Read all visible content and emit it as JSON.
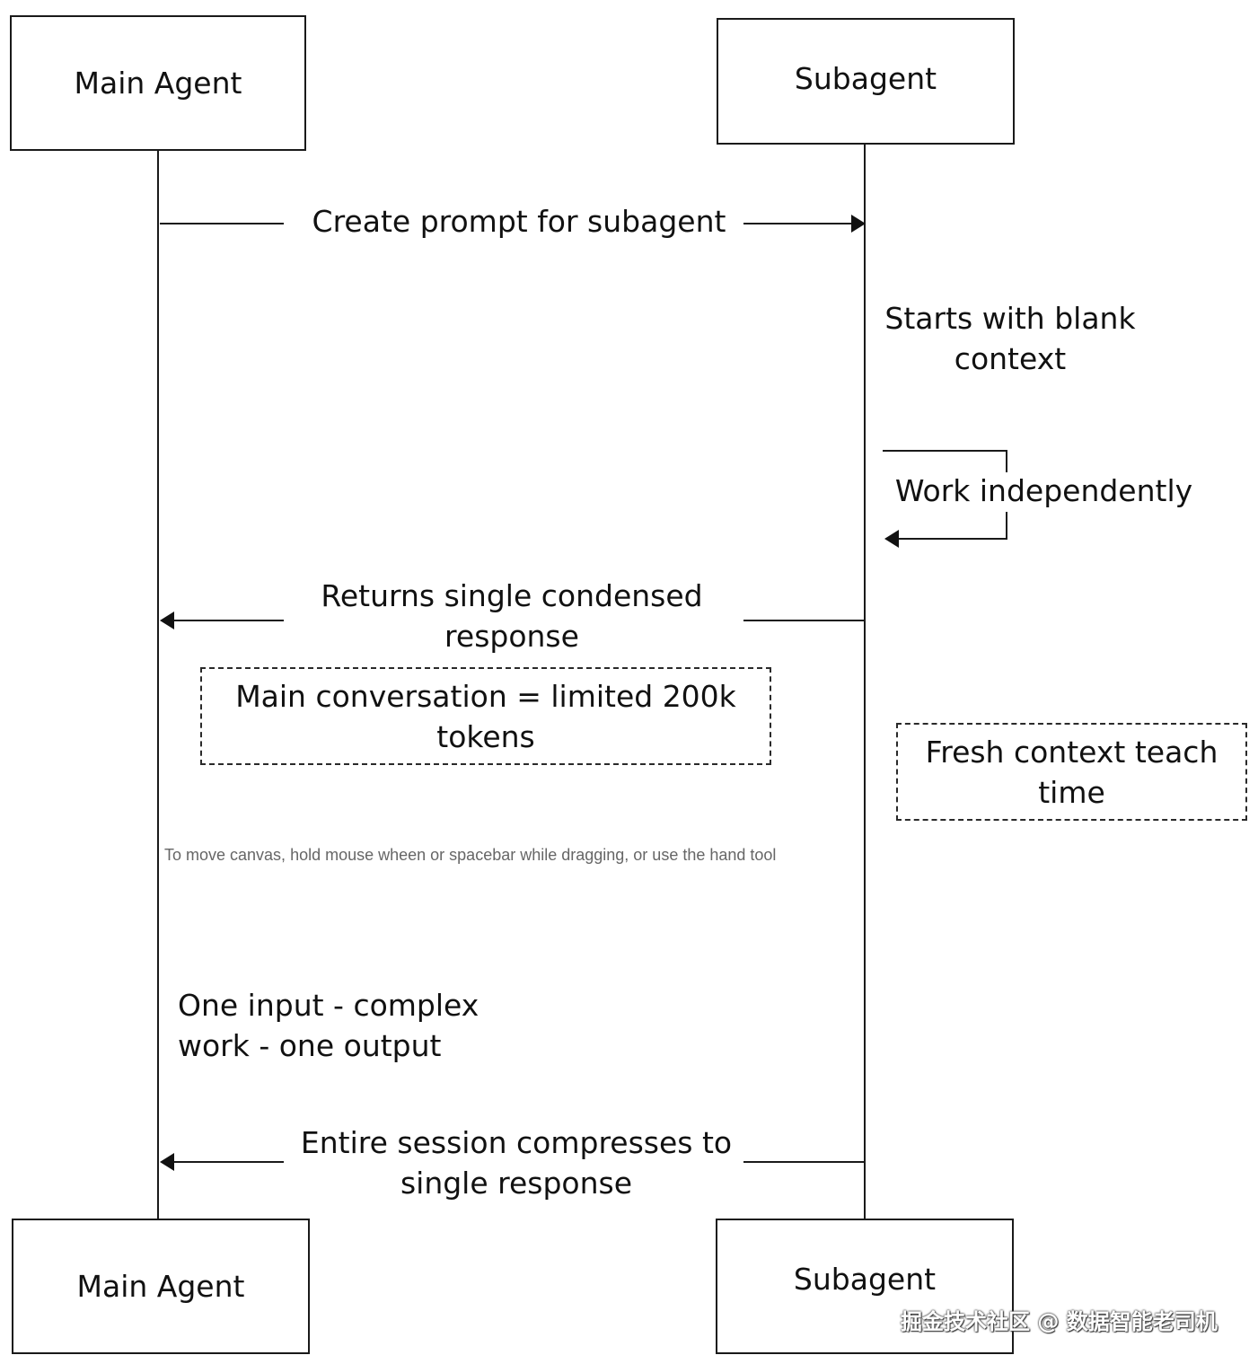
{
  "participants": {
    "main_agent": "Main Agent",
    "subagent": "Subagent"
  },
  "messages": {
    "create_prompt": "Create prompt for subagent",
    "blank_context": "Starts with blank\ncontext",
    "work_independently": "Work independently",
    "returns_response": "Returns single condensed\nresponse",
    "session_compresses": "Entire session compresses to\nsingle response"
  },
  "notes": {
    "main_conversation": "Main conversation = limited 200k\ntokens",
    "fresh_context": "Fresh context teach\ntime",
    "one_input": "One input - complex\nwork - one output"
  },
  "canvas_hint": "To move canvas, hold mouse wheen or spacebar while dragging, or use the hand tool",
  "watermark": "掘金技术社区 @ 数据智能老司机"
}
